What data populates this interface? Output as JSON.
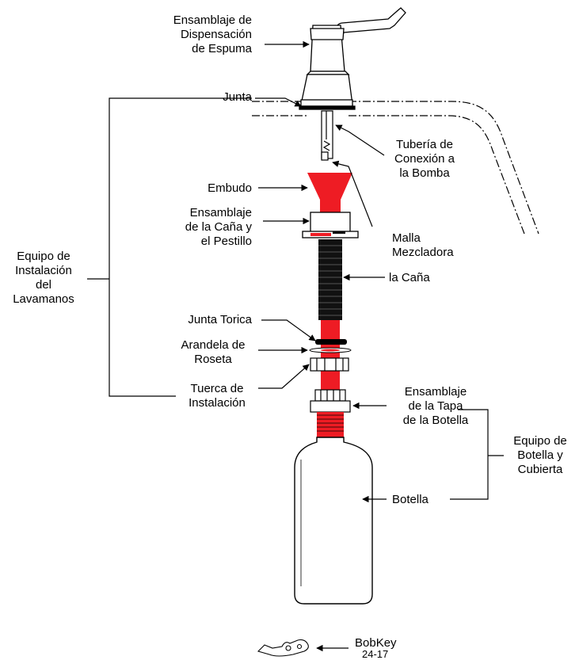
{
  "labels": {
    "foam_dispenser": [
      "Ensamblaje de",
      "Dispensación",
      "de Espuma"
    ],
    "gasket": [
      "Junta"
    ],
    "pump_tubing": [
      "Tubería de",
      "Conexión a",
      "la Bomba"
    ],
    "funnel": [
      "Embudo"
    ],
    "shank_latch": [
      "Ensamblaje",
      "de la Caña y",
      "el Pestillo"
    ],
    "mixing_screen": [
      "Malla",
      "Mezcladora"
    ],
    "sink_kit": [
      "Equipo de",
      "Instalación",
      "del",
      "Lavamanos"
    ],
    "shank": [
      "la Caña"
    ],
    "o_ring": [
      "Junta Torica"
    ],
    "rosette_washer": [
      "Arandela de",
      "Roseta"
    ],
    "install_nut": [
      "Tuerca de",
      "Instalación"
    ],
    "cap_assembly": [
      "Ensamblaje",
      "de la Tapa",
      "de la Botella"
    ],
    "bottle_kit": [
      "Equipo de",
      "Botella y",
      "Cubierta"
    ],
    "bottle": [
      "Botella"
    ],
    "bobkey": [
      "BobKey"
    ],
    "part_number": [
      "24-17"
    ]
  },
  "colors": {
    "accent_red": "#ee1c24",
    "ink": "#000000",
    "paper": "#ffffff",
    "shank_black": "#111111"
  }
}
